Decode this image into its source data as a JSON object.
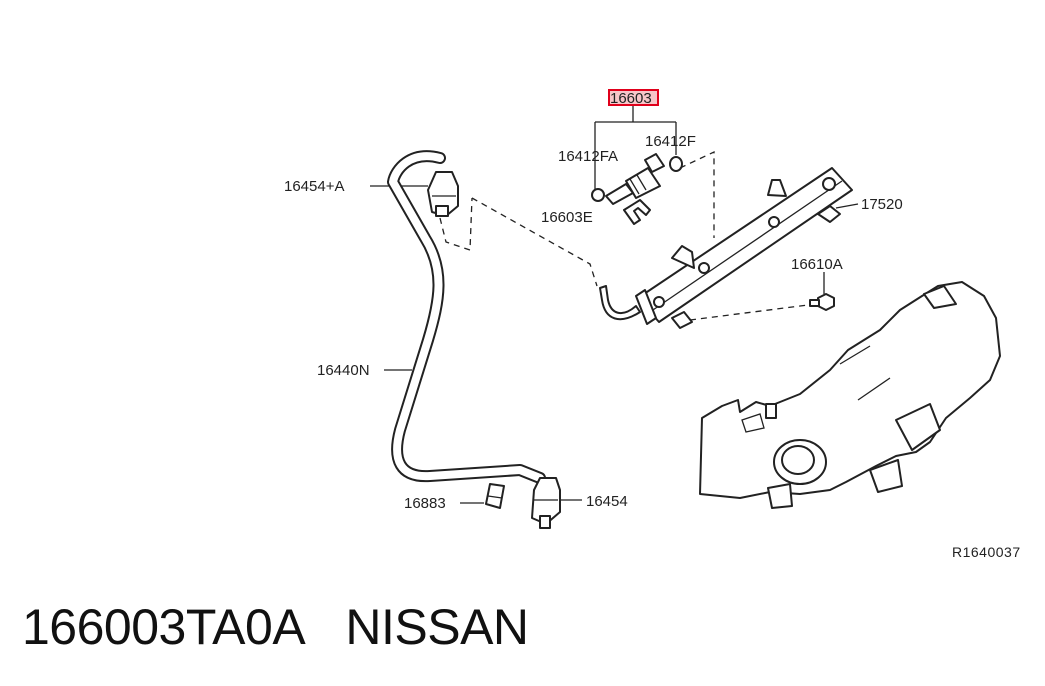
{
  "labels": {
    "main_part": "16603",
    "injector_oring_a": "16412FA",
    "injector_oring_b": "16412F",
    "clip": "16603E",
    "fuel_rail": "17520",
    "bolt": "16610A",
    "damper_top": "16454+A",
    "hose": "16440N",
    "connector": "16883",
    "damper_bottom": "16454",
    "diagram_ref": "R1640037"
  },
  "footer": {
    "part_number": "166003TA0A",
    "brand": "NISSAN"
  },
  "colors": {
    "highlight": "#e0001b",
    "line": "#222222"
  }
}
